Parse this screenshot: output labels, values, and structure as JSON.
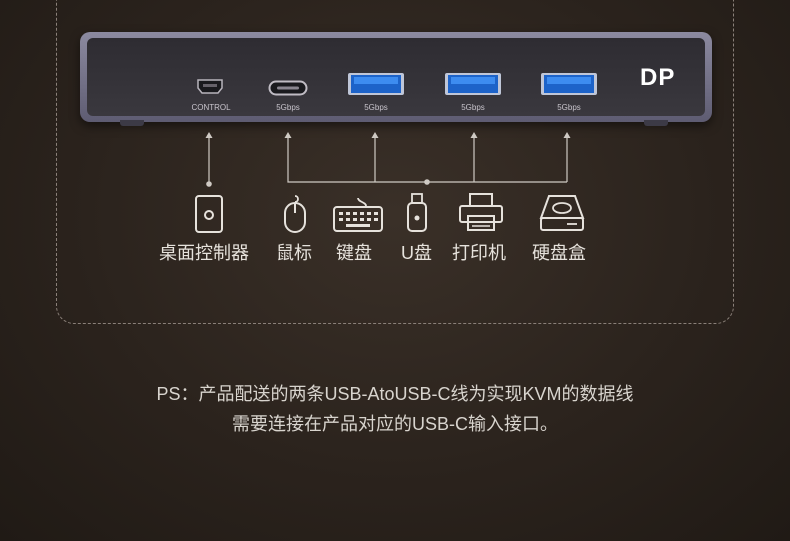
{
  "ports": [
    {
      "id": "control",
      "label": "CONTROL"
    },
    {
      "id": "usbc",
      "label": "5Gbps"
    },
    {
      "id": "usba1",
      "label": "5Gbps"
    },
    {
      "id": "usba2",
      "label": "5Gbps"
    },
    {
      "id": "usba3",
      "label": "5Gbps"
    }
  ],
  "brand_text": "DP",
  "devices": [
    {
      "label": "桌面控制器",
      "icon": "controller-icon"
    },
    {
      "label": "鼠标",
      "icon": "mouse-icon"
    },
    {
      "label": "键盘",
      "icon": "keyboard-icon"
    },
    {
      "label": "U盘",
      "icon": "usb-drive-icon"
    },
    {
      "label": "打印机",
      "icon": "printer-icon"
    },
    {
      "label": "硬盘盒",
      "icon": "hdd-enclosure-icon"
    }
  ],
  "note": {
    "line1": "PS：产品配送的两条USB-AtoUSB-C线为实现KVM的数据线",
    "line2": "需要连接在产品对应的USB-C输入接口。"
  },
  "colors": {
    "usb_blue": "#2f7fe0",
    "line": "#cfcac4",
    "background": "#2b231d"
  }
}
